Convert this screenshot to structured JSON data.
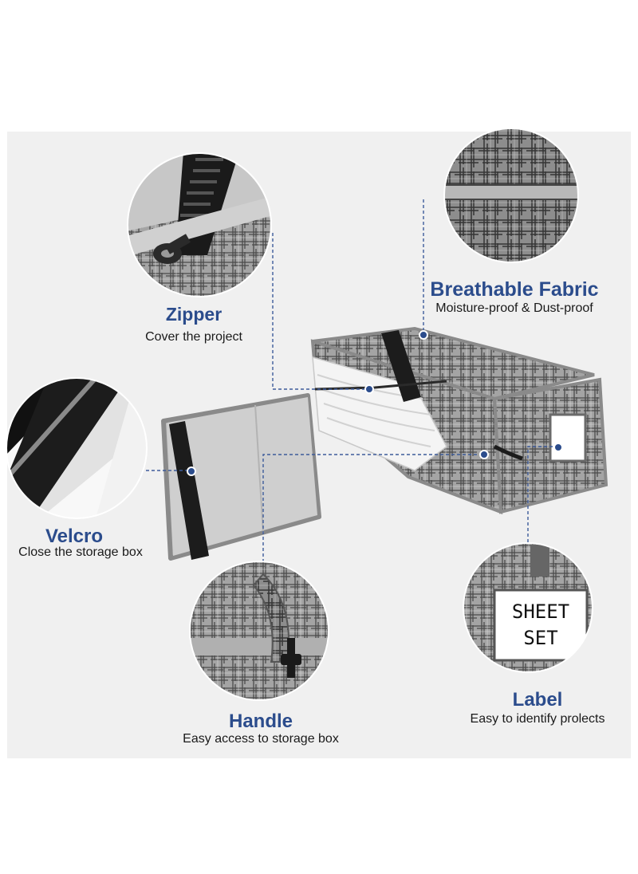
{
  "features": {
    "zipper": {
      "title": "Zipper",
      "subtitle": "Cover the project"
    },
    "breathable": {
      "title": "Breathable Fabric",
      "subtitle": "Moisture-proof & Dust-proof"
    },
    "velcro": {
      "title": "Velcro",
      "subtitle": "Close the storage box"
    },
    "handle": {
      "title": "Handle",
      "subtitle": "Easy access to storage box"
    },
    "label": {
      "title": "Label",
      "subtitle": "Easy to identify prolects",
      "card_line1": "SHEET",
      "card_line2": "SET"
    }
  },
  "colors": {
    "accent": "#2b4c8c",
    "fabric": "#9a9a9a",
    "background": "#f0f0f0"
  },
  "icons": [
    "zipper-detail-image",
    "fabric-detail-image",
    "velcro-detail-image",
    "handle-detail-image",
    "label-detail-image",
    "storage-bag-image"
  ]
}
